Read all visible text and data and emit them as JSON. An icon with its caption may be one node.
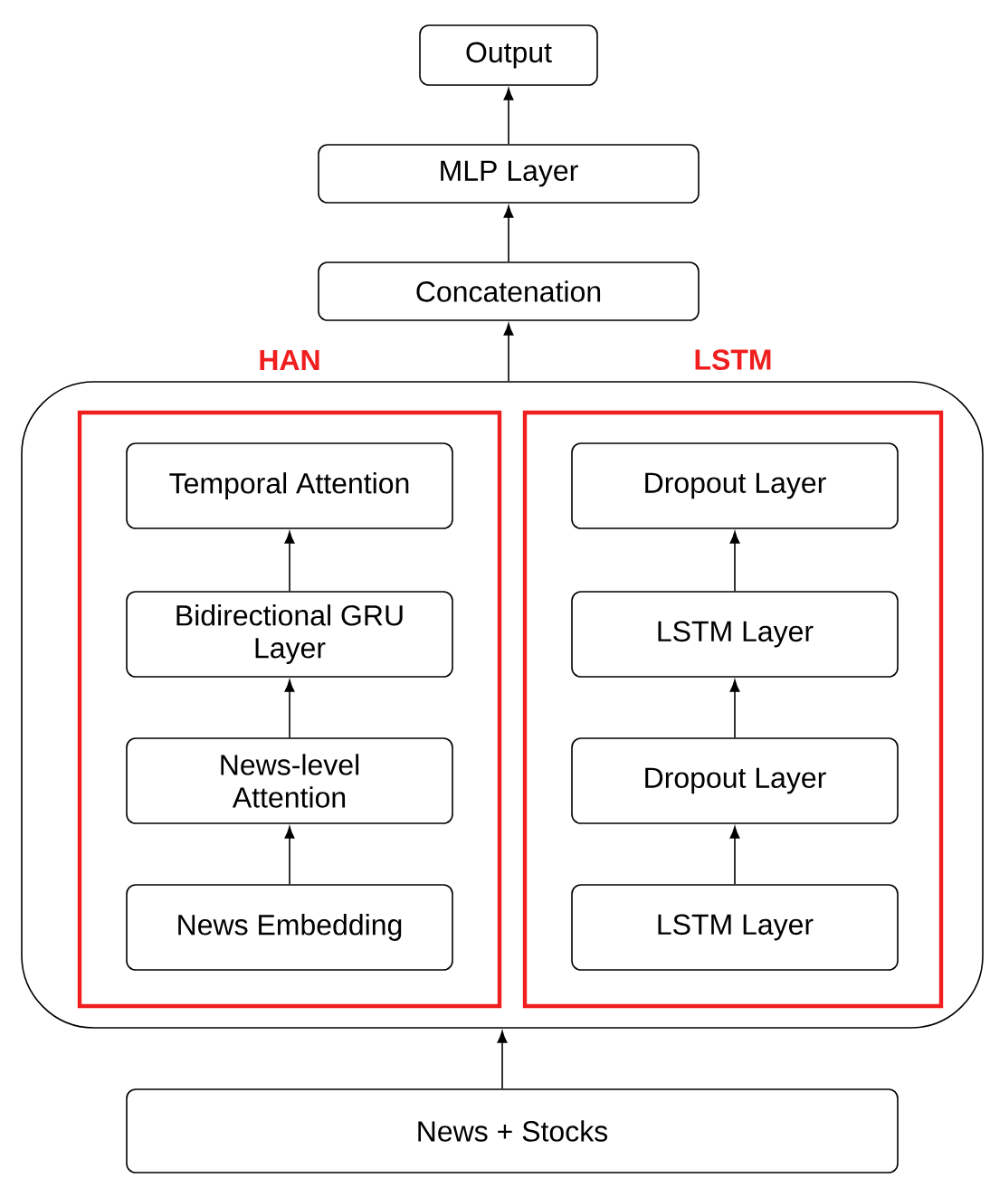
{
  "diagram": {
    "nodes": [
      {
        "text": [
          "Output"
        ]
      },
      {
        "text": [
          "MLP Layer"
        ]
      },
      {
        "text": [
          "Concatenation"
        ]
      },
      {
        "text": [],
        "shape": "box"
      },
      {
        "text": [
          "HAN"
        ],
        "in": 3
      },
      {
        "text": [
          "LSTM"
        ],
        "in": 3
      },
      {
        "text": [
          "Temporal Attention"
        ],
        "in": 4
      },
      {
        "text": [
          "Bidirectional GRU Layer"
        ],
        "in": 4
      },
      {
        "text": [
          "News-level Attention"
        ],
        "in": 4
      },
      {
        "text": [
          "News Embedding"
        ],
        "in": 4
      },
      {
        "text": [
          "Dropout Layer"
        ],
        "in": 5
      },
      {
        "text": [
          "LSTM Layer"
        ],
        "in": 5
      },
      {
        "text": [
          "Dropout Layer"
        ],
        "in": 5
      },
      {
        "text": [
          "LSTM Layer"
        ],
        "in": 5
      },
      {
        "text": [
          "News + Stocks"
        ]
      }
    ],
    "edges": [
      {
        "from": 1,
        "to": 0,
        "arrow": "to"
      },
      {
        "from": 2,
        "to": 1,
        "arrow": "to"
      },
      {
        "from": 3,
        "to": 2,
        "arrow": "to"
      },
      {
        "from": 14,
        "to": 3,
        "arrow": "to"
      },
      {
        "from": 9,
        "to": 8,
        "arrow": "to"
      },
      {
        "from": 8,
        "to": 7,
        "arrow": "to"
      },
      {
        "from": 7,
        "to": 6,
        "arrow": "to"
      },
      {
        "from": 13,
        "to": 12,
        "arrow": "to"
      },
      {
        "from": 12,
        "to": 11,
        "arrow": "to"
      },
      {
        "from": 11,
        "to": 10,
        "arrow": "to"
      }
    ]
  }
}
